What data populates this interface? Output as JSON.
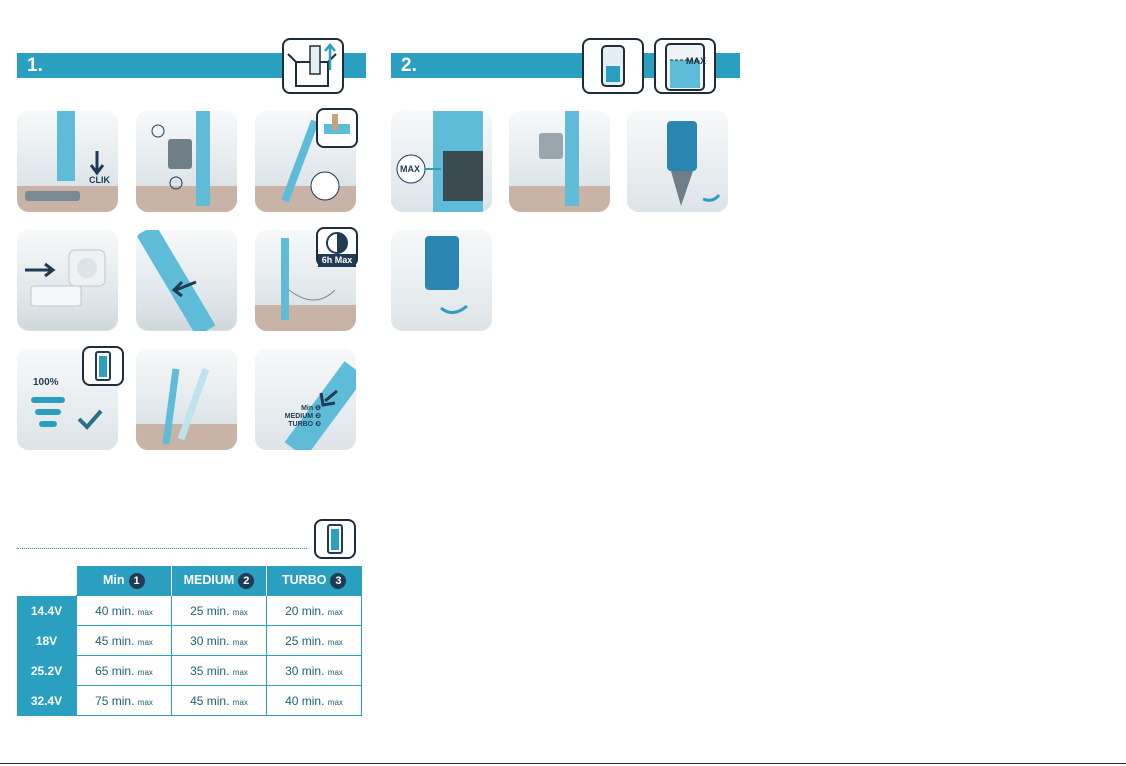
{
  "section1": {
    "number": "1."
  },
  "section2": {
    "number": "2."
  },
  "icons": {
    "box_unpack": "box-unpack-icon",
    "bin_small": "dust-bin-icon",
    "bin_max": "dust-bin-max-icon",
    "battery": "battery-icon",
    "check": "check-icon"
  },
  "panels": {
    "clik": "CLIK",
    "six_hours": "6h Max",
    "full": "100%",
    "speeds": [
      "Min ❶",
      "MEDIUM ❷",
      "TURBO ❸"
    ],
    "max": "MAX",
    "bin_max_label": "MAX"
  },
  "table": {
    "headers": [
      {
        "label": "Min",
        "num": "1"
      },
      {
        "label": "MEDIUM",
        "num": "2"
      },
      {
        "label": "TURBO",
        "num": "3"
      }
    ],
    "rows": [
      {
        "volt": "14.4V",
        "values": [
          "40 min.",
          "25 min.",
          "20 min."
        ]
      },
      {
        "volt": "18V",
        "values": [
          "45 min.",
          "30 min.",
          "25 min."
        ]
      },
      {
        "volt": "25.2V",
        "values": [
          "65 min.",
          "35 min.",
          "30 min."
        ]
      },
      {
        "volt": "32.4V",
        "values": [
          "75 min.",
          "45 min.",
          "40 min."
        ]
      }
    ],
    "suffix": "max"
  },
  "colors": {
    "accent": "#2a9fc0",
    "dark": "#1f3b55"
  }
}
